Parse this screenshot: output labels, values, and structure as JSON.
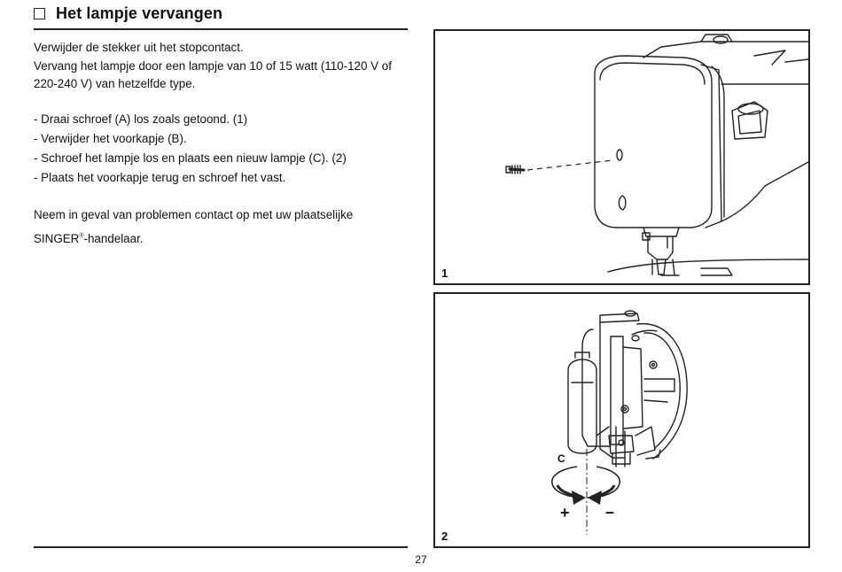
{
  "header": {
    "title": "Het lampje vervangen"
  },
  "intro": [
    "Verwijder de stekker uit het stopcontact.",
    "Vervang het lampje door een lampje van 10 of 15 watt (110-120 V of 220-240 V) van hetzelfde type."
  ],
  "steps": [
    "- Draai schroef (A) los zoals getoond. (1)",
    "- Verwijder het voorkapje (B).",
    "- Schroef het lampje los en plaats een nieuw lampje (C). (2)",
    "- Plaats het voorkapje terug en schroef het vast."
  ],
  "closing": {
    "line1": "Neem in geval van problemen contact op met uw plaatselijke",
    "brand": "SINGER",
    "reg_mark": "®",
    "suffix": "-handelaar."
  },
  "figures": {
    "fig1": {
      "number": "1"
    },
    "fig2": {
      "number": "2",
      "label_c": "C",
      "plus": "+",
      "minus": "–"
    }
  },
  "page_number": "27"
}
